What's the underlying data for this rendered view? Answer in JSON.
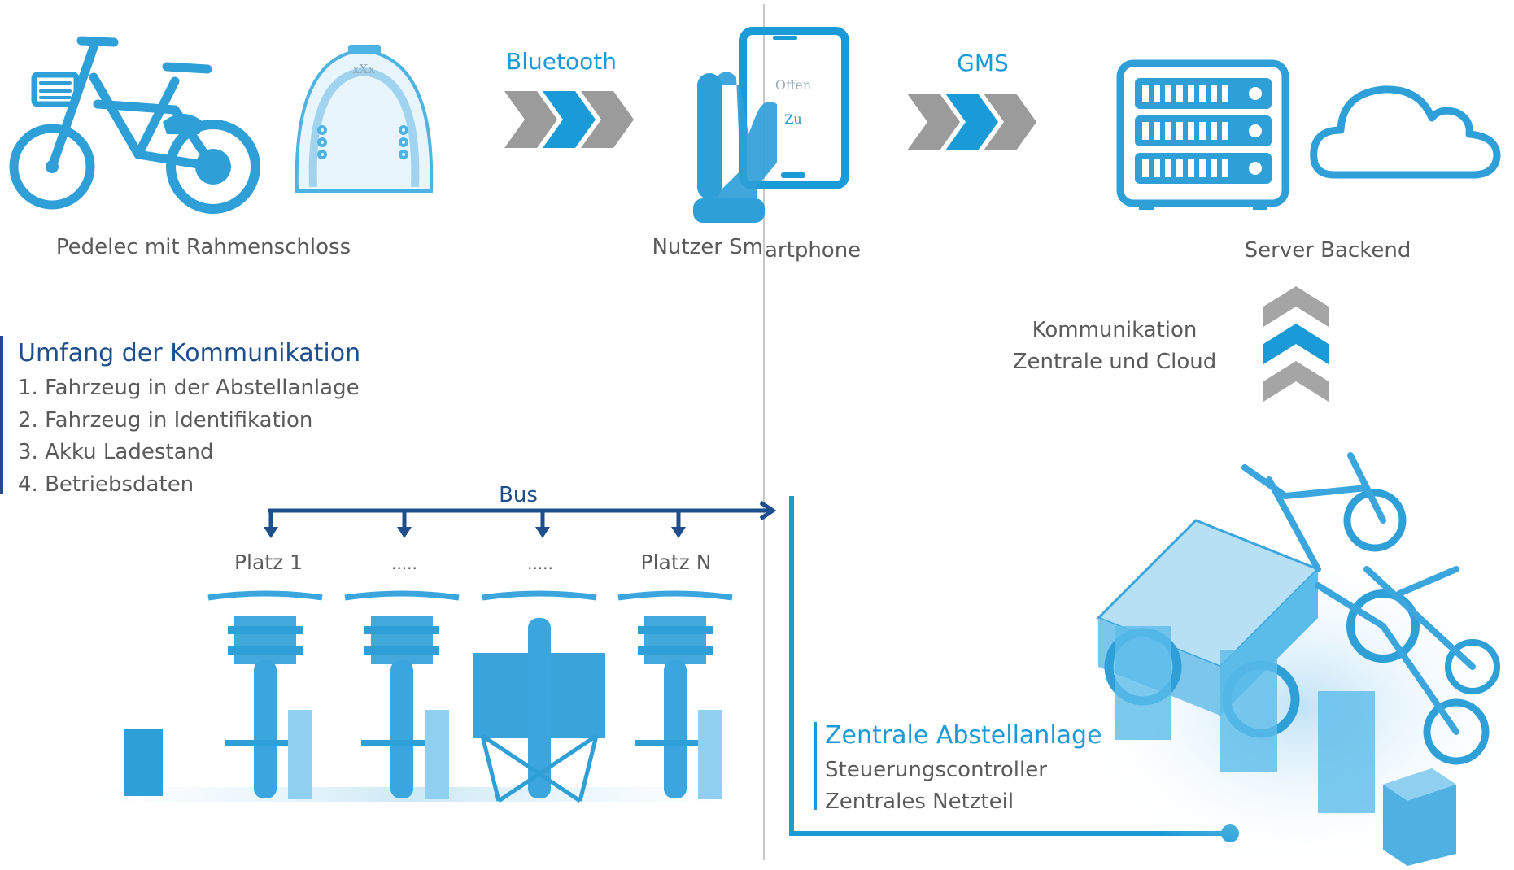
{
  "top": {
    "bike_lock_label": "Pedelec mit Rahmenschloss",
    "lock_brand": "xXx",
    "bluetooth_label": "Bluetooth",
    "phone_open": "Offen",
    "phone_close": "Zu",
    "phone_label_a": "Nutzer Sm",
    "phone_label_b": "artphone",
    "gms_label": "GMS",
    "server_label": "Server Backend"
  },
  "comm_central": {
    "line1": "Kommunikation",
    "line2": "Zentrale und Cloud"
  },
  "scope": {
    "title": "Umfang der Kommunikation",
    "items": [
      "1. Fahrzeug in der Abstellanlage",
      "2. Fahrzeug in Identifikation",
      "3. Akku Ladestand",
      "4. Betriebsdaten"
    ]
  },
  "bus": {
    "label": "Bus",
    "slots": [
      "Platz 1",
      ".....",
      ".....",
      "Platz N"
    ]
  },
  "station": {
    "title": "Zentrale Abstellanlage",
    "items": [
      "Steuerungscontroller",
      "Zentrales Netzteil"
    ]
  },
  "colors": {
    "accent_blue": "#1a9ad6",
    "dark_blue": "#1e4e8c",
    "gray_chevron": "#9b9b9b",
    "light_blue": "#5bbcea"
  }
}
